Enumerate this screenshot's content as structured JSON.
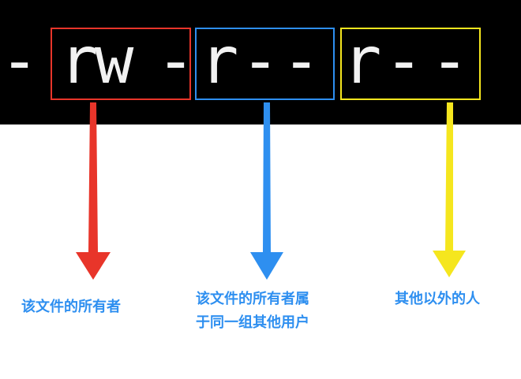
{
  "permission": {
    "type_char": "-",
    "owner": [
      "r",
      "w",
      "-"
    ],
    "group": [
      "r",
      "-",
      "-"
    ],
    "others": [
      "r",
      "-",
      "-"
    ]
  },
  "colors": {
    "owner": "#e8352a",
    "group": "#2e8ff0",
    "others": "#f5e61e",
    "owner_label": "#2e8ff0",
    "group_label": "#2e8ff0",
    "others_label": "#2e8ff0"
  },
  "labels": {
    "owner": "该文件的所有者",
    "group_line1": "该文件的所有者属",
    "group_line2": "于同一组其他用户",
    "others": "其他以外的人"
  }
}
